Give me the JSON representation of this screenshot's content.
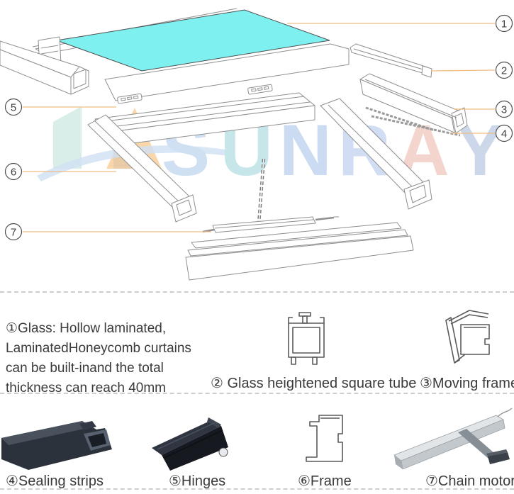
{
  "watermark": {
    "letters": [
      {
        "ch": "S",
        "color": "#cfe0f3"
      },
      {
        "ch": "U",
        "color": "#c7e6ea"
      },
      {
        "ch": "N",
        "color": "#cbdbf1"
      },
      {
        "ch": "R",
        "color": "#d0ddf3"
      },
      {
        "ch": "A",
        "color": "#f4d5cd"
      },
      {
        "ch": "Y",
        "color": "#ccd7e9"
      }
    ]
  },
  "callouts": [
    {
      "num": "1"
    },
    {
      "num": "2"
    },
    {
      "num": "3"
    },
    {
      "num": "4"
    },
    {
      "num": "5"
    },
    {
      "num": "6"
    },
    {
      "num": "7"
    }
  ],
  "legend": {
    "glass_note_lines": [
      "①Glass: Hollow laminated,",
      "LaminatedHoneycomb curtains",
      "can be built-inand the total",
      "thickness can reach 40mm"
    ],
    "square_tube_label": "② Glass heightened square tube",
    "moving_frame_label": "③Moving frame",
    "sealing_strips_label": "④Sealing strips",
    "hinges_label": "⑤Hinges",
    "frame_label": "⑥Frame",
    "chain_motor_label": "⑦Chain motor"
  },
  "colors": {
    "glass": "#7ef0f0",
    "leader_line": "#f0bd85",
    "diagram_line": "#8f8f8f",
    "legend_line": "#5a5a5a",
    "dark_part": "#2c323b",
    "motor_gray": "#c3c8cd"
  }
}
